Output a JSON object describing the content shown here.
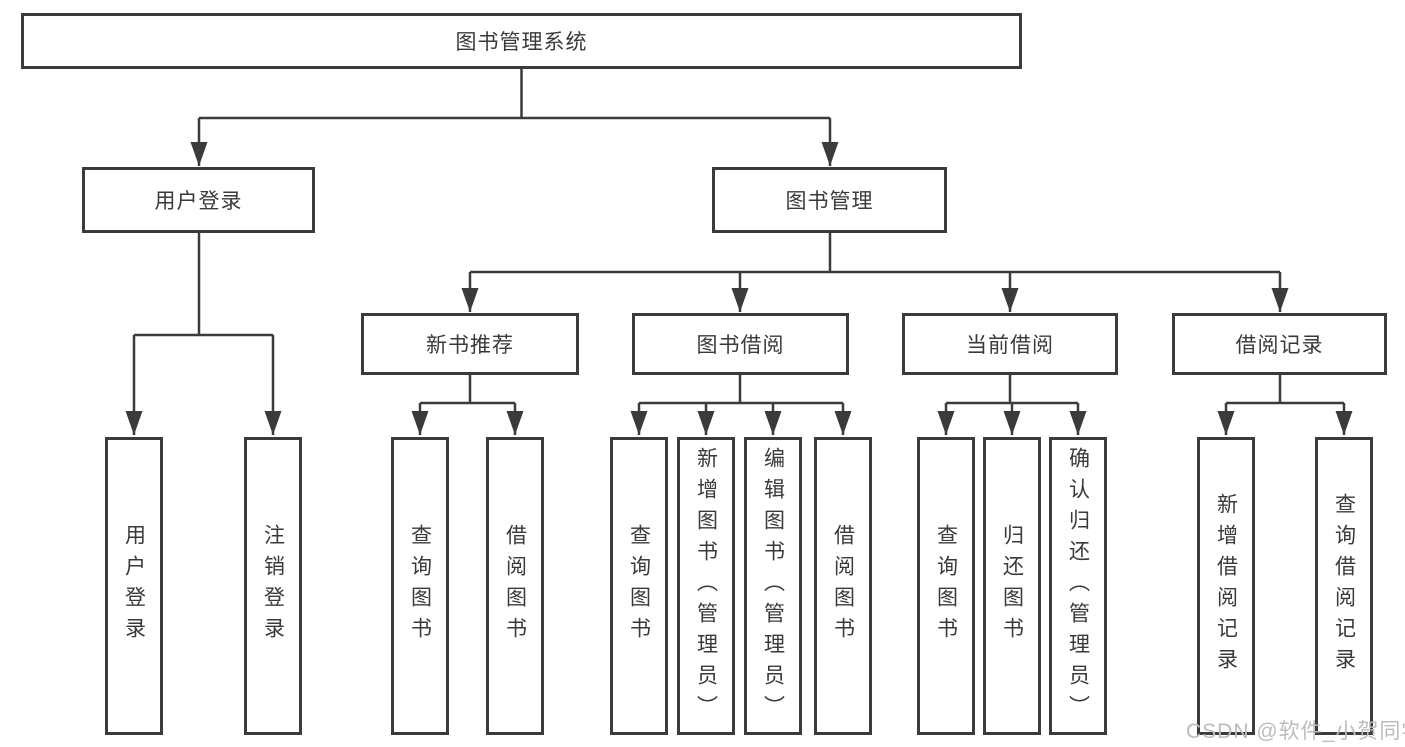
{
  "tree": {
    "label": "图书管理系统",
    "children": [
      {
        "label": "用户登录",
        "children": [
          {
            "label": "用户登录"
          },
          {
            "label": "注销登录"
          }
        ]
      },
      {
        "label": "图书管理",
        "children": [
          {
            "label": "新书推荐",
            "children": [
              {
                "label": "查询图书"
              },
              {
                "label": "借阅图书"
              }
            ]
          },
          {
            "label": "图书借阅",
            "children": [
              {
                "label": "查询图书"
              },
              {
                "label": "新增图书（管理员）"
              },
              {
                "label": "编辑图书（管理员）"
              },
              {
                "label": "借阅图书"
              }
            ]
          },
          {
            "label": "当前借阅",
            "children": [
              {
                "label": "查询图书"
              },
              {
                "label": "归还图书"
              },
              {
                "label": "确认归还（管理员）"
              }
            ]
          },
          {
            "label": "借阅记录",
            "children": [
              {
                "label": "新增借阅记录"
              },
              {
                "label": "查询借阅记录"
              }
            ]
          }
        ]
      }
    ]
  },
  "watermark": {
    "text": "CSDN @软件_小贺同学"
  },
  "colors": {
    "line": "#3b3b3b",
    "box_border": "#3b3b3b",
    "text": "#3a3a3a",
    "background": "#ffffff",
    "watermark": "#bcbcbc"
  }
}
